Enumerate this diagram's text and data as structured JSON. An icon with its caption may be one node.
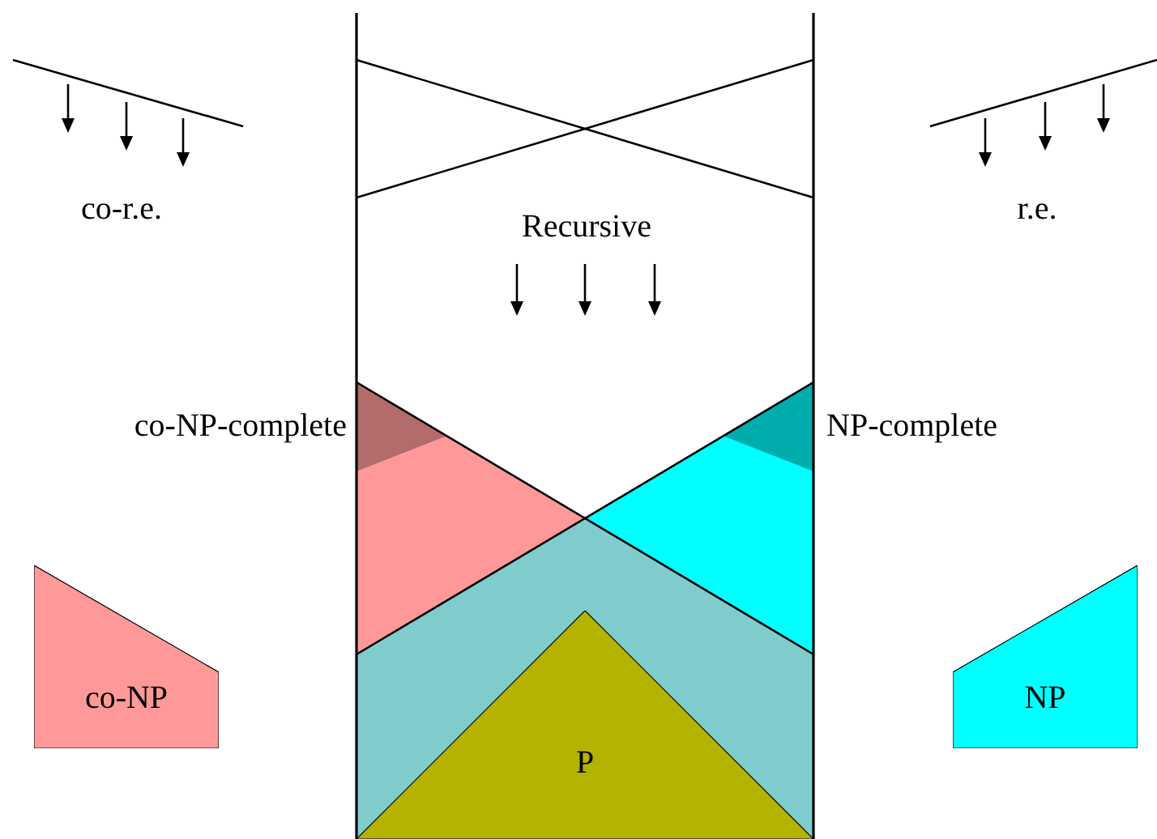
{
  "diagram": {
    "nodes": [
      {
        "text": [
          "co-NP"
        ]
      },
      {
        "text": [
          "NP"
        ]
      },
      {
        "text": [
          "P"
        ]
      }
    ],
    "labels": [
      "co-r.e.",
      "r.e.",
      "Recursive",
      "co-NP-complete",
      "NP-complete"
    ]
  }
}
